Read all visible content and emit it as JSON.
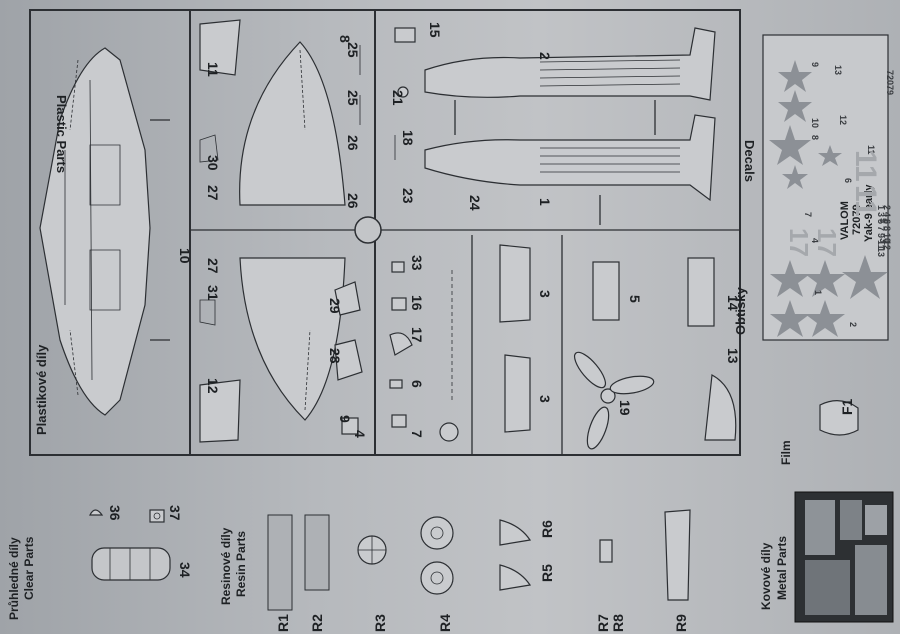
{
  "section_labels": {
    "plastic_cz": "Plastikové díly",
    "plastic_en": "Plastic Parts",
    "decals_en": "Decals",
    "decals_cz": "Obtisky",
    "clear_cz": "Průhledné díly",
    "clear_en": "Clear Parts",
    "resin_cz": "Resinové díly",
    "resin_en": "Resin Parts",
    "metal_cz": "Kovové díly",
    "metal_en": "Metal Parts",
    "film": "Film"
  },
  "decal_sheet": {
    "brand": "VALOM",
    "code": "72079",
    "title": "Yak-9 early",
    "corner_code": "72079",
    "tail_numbers": [
      "11",
      "11",
      "17",
      "17"
    ]
  },
  "plastic_part_numbers": [
    "1",
    "2",
    "3",
    "3",
    "4",
    "5",
    "6",
    "7",
    "8",
    "9",
    "10",
    "11",
    "12",
    "13",
    "14",
    "15",
    "16",
    "17",
    "18",
    "19",
    "21",
    "23",
    "24",
    "25",
    "25",
    "26",
    "26",
    "27",
    "27",
    "28",
    "29",
    "30",
    "31",
    "33"
  ],
  "other_part_labels": {
    "clear": [
      "34",
      "36",
      "37"
    ],
    "resin": [
      "R1",
      "R2",
      "R3",
      "R4",
      "R5",
      "R6",
      "R7",
      "R8",
      "R9"
    ],
    "film": [
      "F1"
    ]
  },
  "decal_numbers": [
    "1",
    "2",
    "3",
    "4",
    "5",
    "6",
    "7",
    "8",
    "9",
    "10",
    "11",
    "12",
    "13"
  ],
  "colors": {
    "line": "#2c2f33",
    "paper": "#b6b9bd",
    "star": "#8c9096"
  }
}
